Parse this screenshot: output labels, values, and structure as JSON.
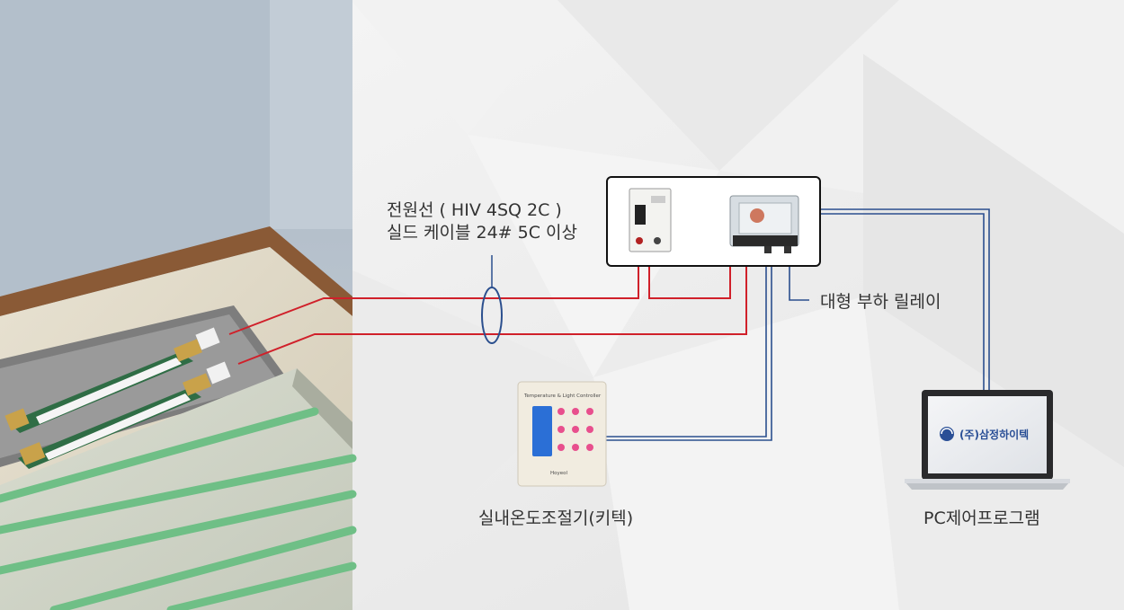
{
  "labels": {
    "cable_line1": "전원선 ( HIV 4SQ 2C )",
    "cable_line2": "실드 케이블 24# 5C 이상",
    "relay": "대형 부하 릴레이",
    "thermostat": "실내온도조절기(키텍)",
    "pc": "PC제어프로그램"
  },
  "thermostat_panel": {
    "header": "Temperature & Light Controller",
    "brand": "Hoyeol"
  },
  "laptop_screen": {
    "logo_text": "(주)삼정하이텍"
  },
  "colors": {
    "power_wire": "#d0202a",
    "signal_wire": "#2b4f8e",
    "thermostat_display": "#2b6fd6",
    "thermostat_buttons": "#e84f8d",
    "heating_pipe": "#6fbf86",
    "logo": "#2a4f96"
  },
  "icons": {
    "breaker": "circuit-breaker-icon",
    "relay": "power-relay-icon",
    "laptop": "laptop-icon",
    "thermostat": "thermostat-icon"
  }
}
